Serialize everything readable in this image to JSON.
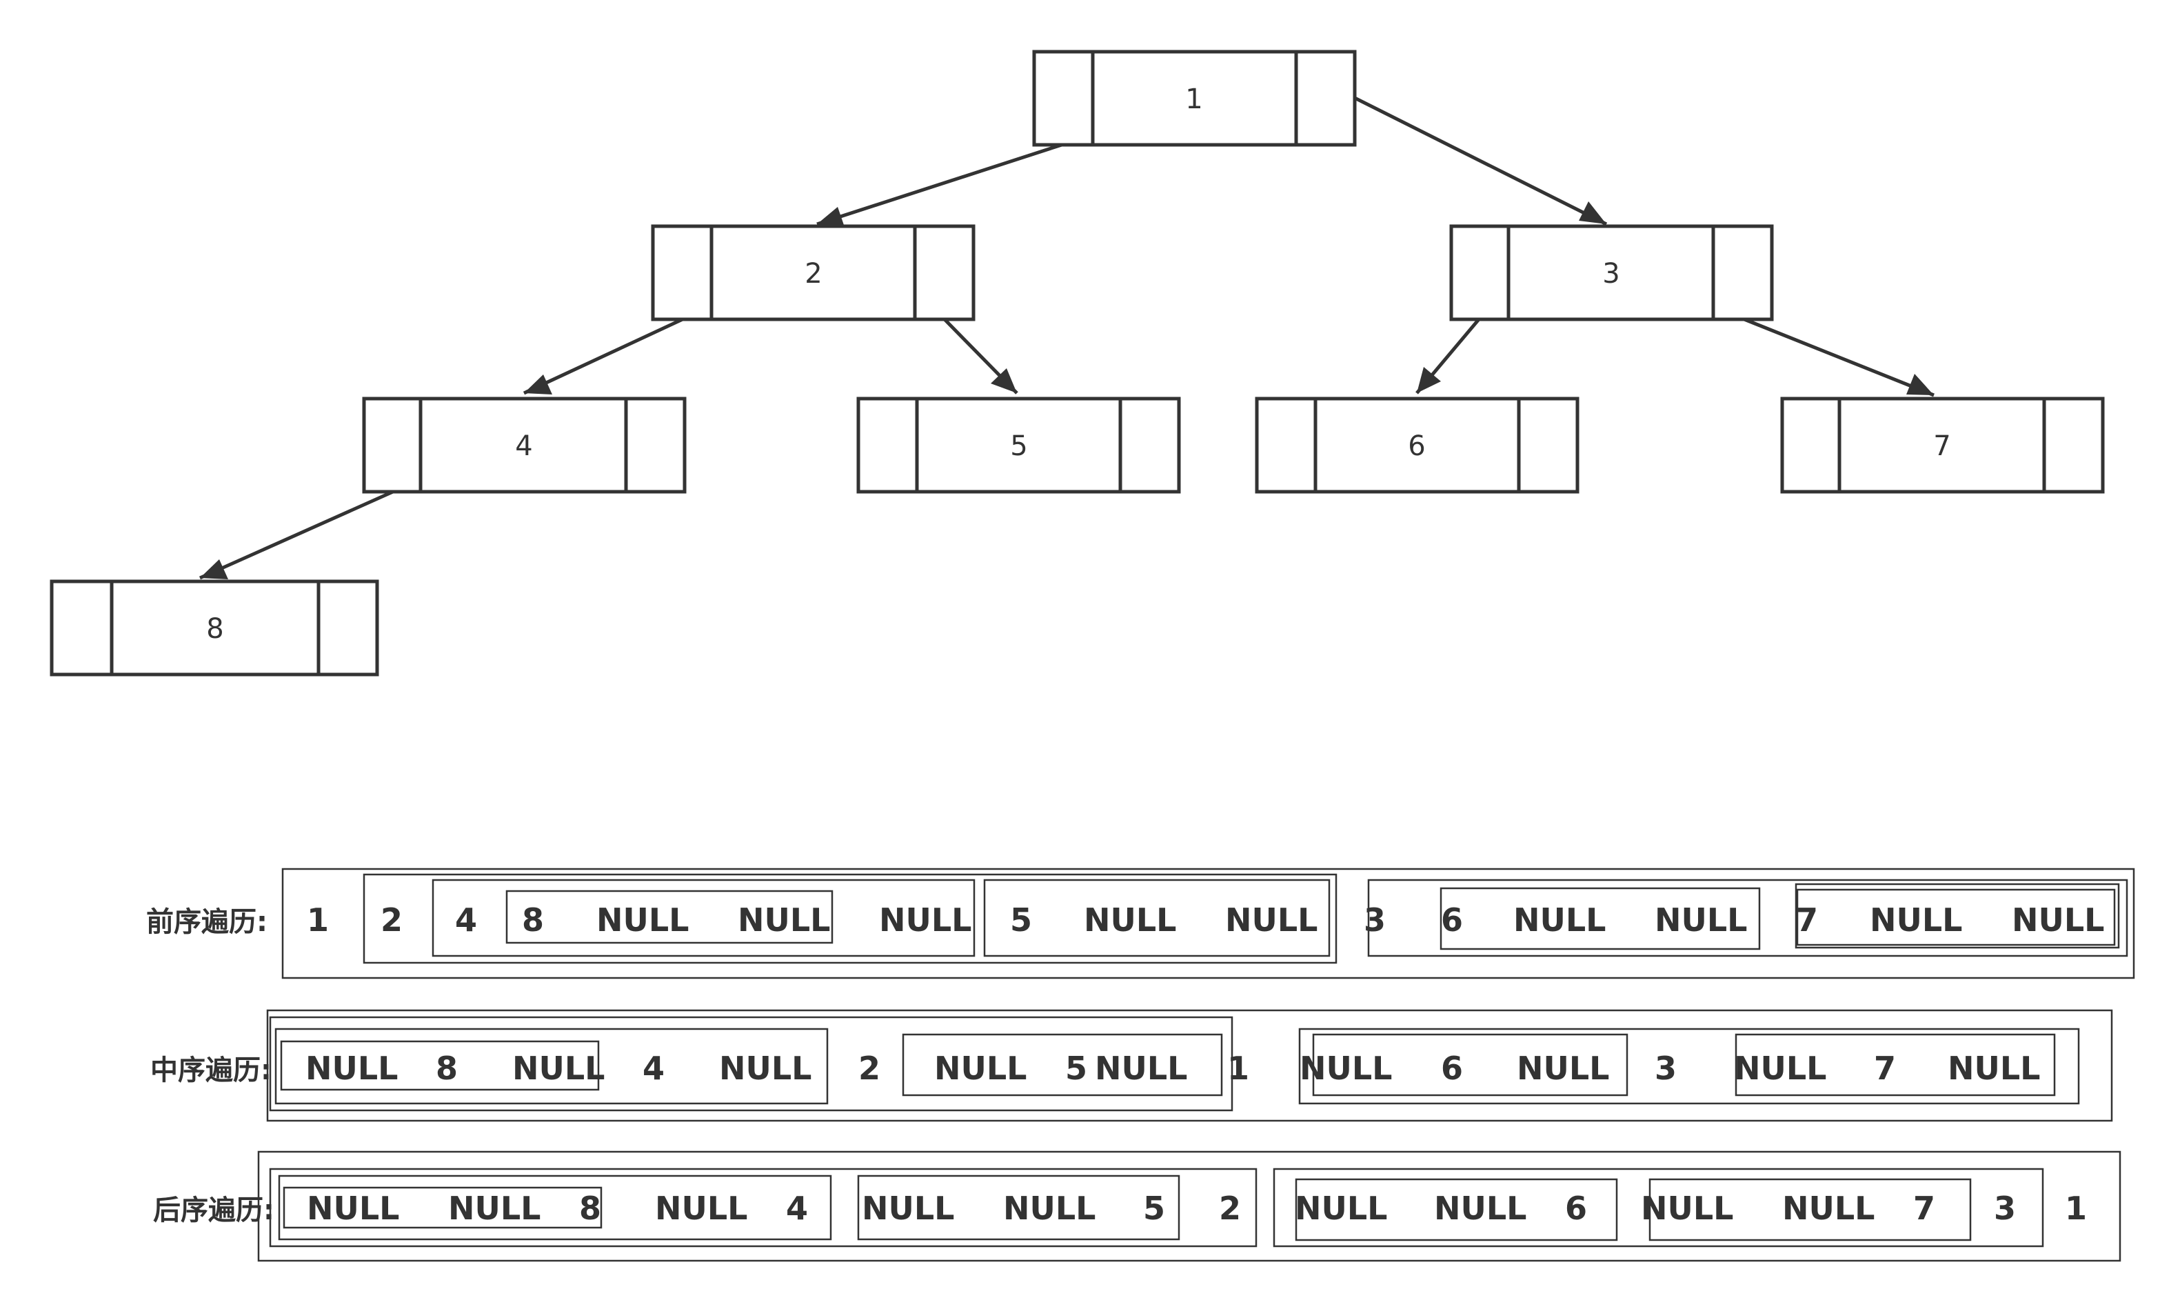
{
  "tree": {
    "nodes": [
      {
        "id": "1",
        "label": "1"
      },
      {
        "id": "2",
        "label": "2"
      },
      {
        "id": "3",
        "label": "3"
      },
      {
        "id": "4",
        "label": "4"
      },
      {
        "id": "5",
        "label": "5"
      },
      {
        "id": "6",
        "label": "6"
      },
      {
        "id": "7",
        "label": "7"
      },
      {
        "id": "8",
        "label": "8"
      }
    ],
    "edges": [
      {
        "from": "1",
        "to": "2"
      },
      {
        "from": "1",
        "to": "3"
      },
      {
        "from": "2",
        "to": "4"
      },
      {
        "from": "2",
        "to": "5"
      },
      {
        "from": "3",
        "to": "6"
      },
      {
        "from": "3",
        "to": "7"
      },
      {
        "from": "4",
        "to": "8"
      }
    ]
  },
  "traversals": {
    "preorder": {
      "label": "前序遍历:",
      "tokens": [
        "1",
        "2",
        "4",
        "8",
        "NULL",
        "NULL",
        "NULL",
        "5",
        "NULL",
        "NULL",
        "3",
        "6",
        "NULL",
        "NULL",
        "7",
        "NULL",
        "NULL"
      ]
    },
    "inorder": {
      "label": "中序遍历:",
      "tokens": [
        "NULL",
        "8",
        "NULL",
        "4",
        "NULL",
        "2",
        "NULL",
        "5",
        "NULL",
        "1",
        "NULL",
        "6",
        "NULL",
        "3",
        "NULL",
        "7",
        "NULL"
      ]
    },
    "postorder": {
      "label": "后序遍历:",
      "tokens": [
        "NULL",
        "NULL",
        "8",
        "NULL",
        "4",
        "NULL",
        "NULL",
        "5",
        "2",
        "NULL",
        "NULL",
        "6",
        "NULL",
        "NULL",
        "7",
        "3",
        "1"
      ]
    }
  }
}
